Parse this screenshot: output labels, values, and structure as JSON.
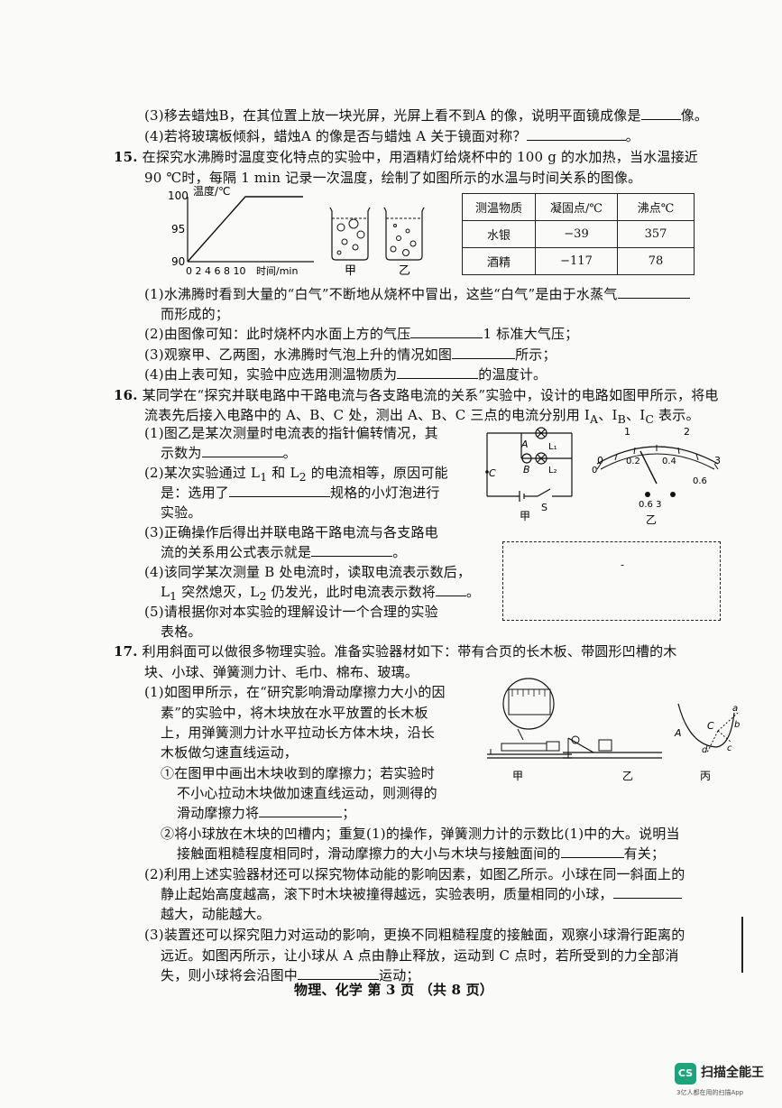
{
  "q14": {
    "p3_a": "(3)移去蜡烛",
    "p3_b": "B，在其位置上放一块光屏，光屏上看不到",
    "p3_c": "A 的像，说明平面镜成像是",
    "p3_d": "像。",
    "p4_a": "(4)若将玻璃板倾斜，蜡烛",
    "p4_b": "A 的像是否与蜡烛 A 关于镜面对称？",
    "p4_c": "。"
  },
  "q15": {
    "num": "15.",
    "intro1": "在探究水沸腾时温度变化特点的实验中，用酒精灯给烧杯中的 100 g 的水加热，当水温接近",
    "intro2": "90 ℃时，每隔 1 min 记录一次温度，绘制了如图所示的水温与时间关系的图像。",
    "graph": {
      "ylabel": "温度/℃",
      "xlabel": "时间/min",
      "yticks": [
        "100",
        "95",
        "90"
      ],
      "xticks": "0 2 4 6 8 10",
      "series": [
        [
          0,
          90
        ],
        [
          2,
          92.5
        ],
        [
          4,
          95
        ],
        [
          6,
          97.5
        ],
        [
          8,
          100
        ],
        [
          10,
          100
        ],
        [
          12,
          100
        ],
        [
          14,
          100
        ],
        [
          16,
          100
        ]
      ]
    },
    "beaker1": "甲",
    "beaker2": "乙",
    "table": {
      "headers": [
        "测温物质",
        "凝固点/℃",
        "沸点℃"
      ],
      "rows": [
        [
          "水银",
          "−39",
          "357"
        ],
        [
          "酒精",
          "−117",
          "78"
        ]
      ]
    },
    "p1_a": "(1)水沸腾时看到大量的“白气”不断地从烧杯中冒出，这些“白气”是由于水蒸气",
    "p1_b": "而形成的；",
    "p2_a": "(2)由图像可知：此时烧杯内水面上方的气压",
    "p2_b": "1 标准大气压；",
    "p3_a": "(3)观察甲、乙两图，水沸腾时气泡上升的情况如图",
    "p3_b": "所示；",
    "p4_a": "(4)由上表可知，实验中应选用测温物质为",
    "p4_b": "的温度计。"
  },
  "q16": {
    "num": "16.",
    "intro1": "某同学在“探究并联电路中干路电流与各支路电流的关系”实验中，设计的电路如图甲所示，将电",
    "intro2": "流表先后接入电路中的 A、B、C 处，测出 A、B、C 三点的电流分别用 I",
    "intro2_subA": "A",
    "intro2_sep1": "、I",
    "intro2_subB": "B",
    "intro2_sep2": "、I",
    "intro2_subC": "C",
    "intro2_end": " 表示。",
    "p1_a": "(1)图乙是某次测量时电流表的指针偏转情况，其",
    "p1_b": "示数为",
    "p1_c": "。",
    "p2_a": "(2)某次实验通过 L",
    "p2_s1": "1",
    "p2_mid": " 和 L",
    "p2_s2": "2",
    "p2_b": " 的电流相等，原因可能",
    "p2_c": "是：选用了",
    "p2_d": "规格的小灯泡进行",
    "p2_e": "实验。",
    "p3_a": "(3)正确操作后得出并联电路干路电流与各支路电",
    "p3_b": "流的关系用公式表示就是",
    "p3_c": "。",
    "p4_a": "(4)该同学某次测量 B 处电流时，读取电流表示数后，",
    "p4_b1": "L",
    "p4_bs1": "1",
    "p4_b2": " 突然熄灭，L",
    "p4_bs2": "2",
    "p4_b3": " 仍发光，此时电流表示数将",
    "p4_c": "。",
    "p5_a": "(5)请根据你对本实验的理解设计一个合理的实验",
    "p5_b": "表格。",
    "circuit_label": "甲",
    "circuit_labels": {
      "A": "A",
      "B": "B",
      "C": "C",
      "S": "S",
      "L1": "L₁",
      "L2": "L₂"
    },
    "ammeter_label": "乙",
    "ammeter_scale_top": [
      "0",
      "1",
      "2",
      "3"
    ],
    "ammeter_scale_bot": [
      "0.2",
      "0.4",
      "0.6"
    ],
    "ammeter_terminals": "0.6  3",
    "answer_box_mark": "-"
  },
  "q17": {
    "num": "17.",
    "intro1": "利用斜面可以做很多物理实验。准备实验器材如下：带有合页的长木板、带圆形凹槽的木",
    "intro2": "块、小球、弹簧测力计、毛巾、棉布、玻璃。",
    "p1_a": "(1)如图甲所示，在“研究影响滑动摩擦力大小的因",
    "p1_b": "素”的实验中，将木块放在水平放置的长木板",
    "p1_c": "上，用弹簧测力计水平拉动长方体木块，沿长",
    "p1_d": "木板做匀速直线运动，",
    "c1_a": "①在图甲中画出木块收到的摩擦力；若实验时",
    "c1_b": "不小心拉动木块做加速直线运动，则测得的",
    "c1_c": "滑动摩擦力将",
    "c1_d": "；",
    "c2_a": "②将小球放在木块的凹槽内；重复(1)的操作，弹簧测力计的示数比(1)中的大。说明当",
    "c2_b": "接触面粗糙程度相同时，滑动摩擦力的大小与木块与接触面间的",
    "c2_c": "有关；",
    "p2_a": "(2)利用上述实验器材还可以探究物体动能的影响因素，如图乙所示。小球在同一斜面上的",
    "p2_b": "静止起始高度越高，滚下时木块被撞得越远，实验表明，质量相同的小球，",
    "p2_c": "越大，动能越大。",
    "p3_a": "(3)装置还可以探究阻力对运动的影响，更换不同粗糙程度的接触面，观察小球滑行距离的",
    "p3_b": "远近。如图丙所示，让小球从 A 点由静止释放，运动到 C 点时，若所受到的力全部消",
    "p3_c": "失，则小球将会沿图中",
    "p3_d": "运动；",
    "fig1": "甲",
    "fig2": "乙",
    "fig3": "丙",
    "fig3_points": {
      "A": "A",
      "C": "C",
      "a": "a",
      "b": "b",
      "c": "c",
      "d": "d"
    }
  },
  "footer": "物理、化学  第 3 页  （共 8 页）",
  "watermark": {
    "logo": "CS",
    "title": "扫描全能王",
    "subtitle": "3亿人都在用的扫描App"
  }
}
